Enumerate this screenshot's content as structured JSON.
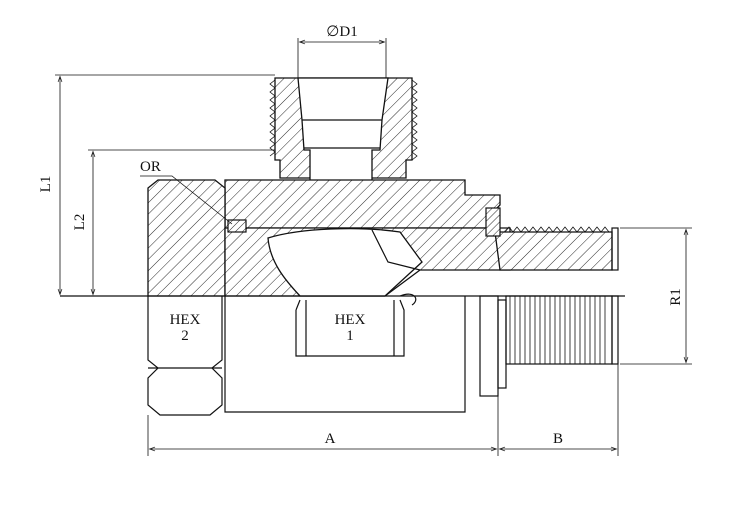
{
  "labels": {
    "d1": "∅D1",
    "l1": "L1",
    "l2": "L2",
    "or": "OR",
    "hex2_line1": "HEX",
    "hex2_line2": "2",
    "hex1_line1": "HEX",
    "hex1_line2": "1",
    "r1": "R1",
    "a": "A",
    "b": "B"
  }
}
